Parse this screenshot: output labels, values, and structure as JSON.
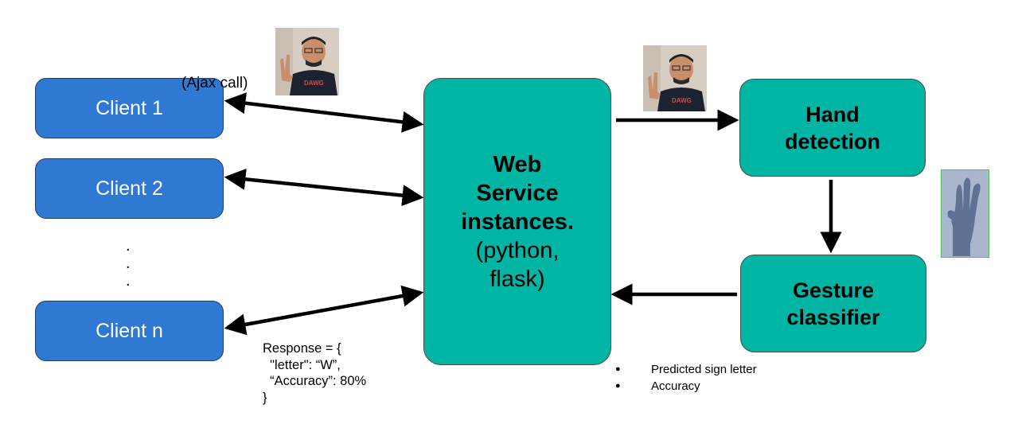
{
  "clients": [
    {
      "label": "Client 1"
    },
    {
      "label": "Client 2"
    },
    {
      "label": "Client n"
    }
  ],
  "ellipsis": [
    ".",
    ".",
    "."
  ],
  "ajax_label": "(Ajax call)",
  "web_service": {
    "line1": "Web",
    "line2": "Service",
    "line3": "instances.",
    "line4": "(python,",
    "line5": "flask)"
  },
  "hand_detection": {
    "line1": "Hand",
    "line2": "detection"
  },
  "gesture_classifier": {
    "line1": "Gesture",
    "line2": "classifier"
  },
  "response": {
    "line1": "Response = {",
    "line2": "  \"letter\": “W”,",
    "line3": "  “Accuracy”: 80%",
    "line4": "}"
  },
  "outputs": [
    {
      "bullet": "●",
      "text": "Predicted sign letter"
    },
    {
      "bullet": "●",
      "text": "Accuracy"
    }
  ],
  "colors": {
    "client_fill": "#2f79d3",
    "service_fill": "#00b5a4",
    "arrow": "#000000",
    "hand_crop_border": "#4cc24c"
  },
  "icons": [
    "person-photo-icon",
    "hand-sign-photo-icon"
  ]
}
